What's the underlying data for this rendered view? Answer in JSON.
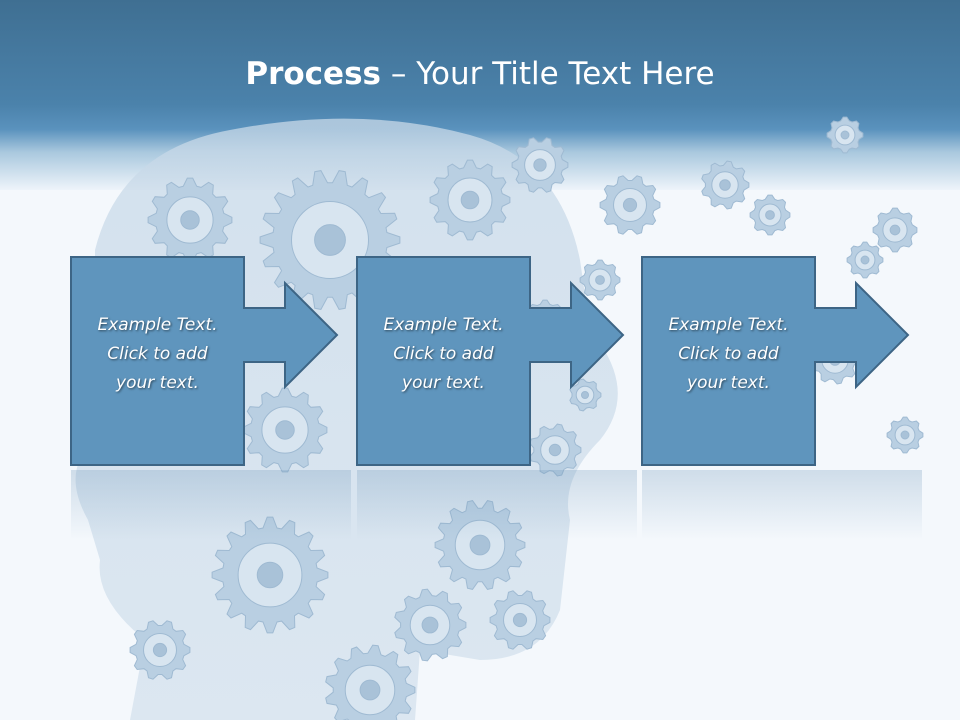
{
  "slide": {
    "title_bold": "Process",
    "title_rest": " – Your Title Text Here"
  },
  "steps": [
    {
      "line1": "Example Text.",
      "line2": "Click  to add",
      "line3": "your text."
    },
    {
      "line1": "Example Text.",
      "line2": "Click  to add",
      "line3": "your text."
    },
    {
      "line1": "Example Text.",
      "line2": "Click  to add",
      "line3": "your text."
    }
  ],
  "colors": {
    "header": "#4b82ab",
    "box_fill": "#5f95bd",
    "box_border": "#3d6585",
    "background": "#f4f8fc",
    "gears": "#b9cfe2"
  },
  "icons": {
    "background": "gear-head-illustration-icon"
  }
}
